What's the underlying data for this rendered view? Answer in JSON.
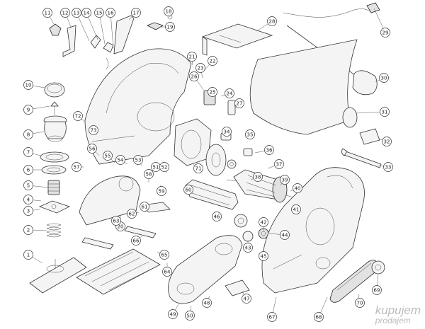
{
  "diagram": {
    "parts": [
      {
        "id": 1,
        "label": "1"
      },
      {
        "id": 2,
        "label": "2"
      },
      {
        "id": 3,
        "label": "3"
      },
      {
        "id": 4,
        "label": "4"
      },
      {
        "id": 5,
        "label": "5"
      },
      {
        "id": 6,
        "label": "6"
      },
      {
        "id": 7,
        "label": "7"
      },
      {
        "id": 8,
        "label": "8"
      },
      {
        "id": 9,
        "label": "9"
      },
      {
        "id": 10,
        "label": "10"
      },
      {
        "id": 11,
        "label": "11"
      },
      {
        "id": 12,
        "label": "12"
      },
      {
        "id": 13,
        "label": "13"
      },
      {
        "id": 14,
        "label": "14"
      },
      {
        "id": 15,
        "label": "15"
      },
      {
        "id": 16,
        "label": "16"
      },
      {
        "id": 17,
        "label": "17"
      },
      {
        "id": 18,
        "label": "18"
      },
      {
        "id": 19,
        "label": "19"
      },
      {
        "id": 20,
        "label": "20"
      },
      {
        "id": 21,
        "label": "21"
      },
      {
        "id": 22,
        "label": "22"
      },
      {
        "id": 23,
        "label": "23"
      },
      {
        "id": 24,
        "label": "24"
      },
      {
        "id": 25,
        "label": "25"
      },
      {
        "id": 26,
        "label": "26"
      },
      {
        "id": 27,
        "label": "27"
      },
      {
        "id": 28,
        "label": "28"
      },
      {
        "id": 29,
        "label": "29"
      },
      {
        "id": 30,
        "label": "30"
      },
      {
        "id": 31,
        "label": "31"
      },
      {
        "id": 32,
        "label": "32"
      },
      {
        "id": 33,
        "label": "33"
      },
      {
        "id": 34,
        "label": "34"
      },
      {
        "id": 35,
        "label": "35"
      },
      {
        "id": 36,
        "label": "36"
      },
      {
        "id": 37,
        "label": "37"
      },
      {
        "id": 38,
        "label": "38"
      },
      {
        "id": 39,
        "label": "39"
      },
      {
        "id": 40,
        "label": "40"
      },
      {
        "id": 41,
        "label": "41"
      },
      {
        "id": 42,
        "label": "42"
      },
      {
        "id": 43,
        "label": "43"
      },
      {
        "id": 44,
        "label": "44"
      },
      {
        "id": 45,
        "label": "45"
      },
      {
        "id": 46,
        "label": "46"
      },
      {
        "id": 47,
        "label": "47"
      },
      {
        "id": 48,
        "label": "48"
      },
      {
        "id": 49,
        "label": "49"
      },
      {
        "id": 50,
        "label": "50"
      },
      {
        "id": 51,
        "label": "51"
      },
      {
        "id": 52,
        "label": "52"
      },
      {
        "id": 53,
        "label": "53"
      },
      {
        "id": 54,
        "label": "54"
      },
      {
        "id": 55,
        "label": "55"
      },
      {
        "id": 56,
        "label": "56"
      },
      {
        "id": 57,
        "label": "57"
      },
      {
        "id": 58,
        "label": "58"
      },
      {
        "id": 59,
        "label": "59"
      },
      {
        "id": 60,
        "label": "60"
      },
      {
        "id": 61,
        "label": "61"
      },
      {
        "id": 62,
        "label": "62"
      },
      {
        "id": 63,
        "label": "63"
      },
      {
        "id": 64,
        "label": "64"
      },
      {
        "id": 65,
        "label": "65"
      },
      {
        "id": 66,
        "label": "66"
      },
      {
        "id": 67,
        "label": "67"
      },
      {
        "id": 68,
        "label": "68"
      },
      {
        "id": 69,
        "label": "69"
      },
      {
        "id": 70,
        "label": "70"
      },
      {
        "id": 71,
        "label": "71"
      },
      {
        "id": 72,
        "label": "72"
      },
      {
        "id": 73,
        "label": "73"
      }
    ]
  },
  "watermark": {
    "line1": "kupujem",
    "line2": "prodajem"
  },
  "colors": {
    "line": "#333333",
    "fill": "#f4f4f4",
    "background": "#ffffff"
  }
}
